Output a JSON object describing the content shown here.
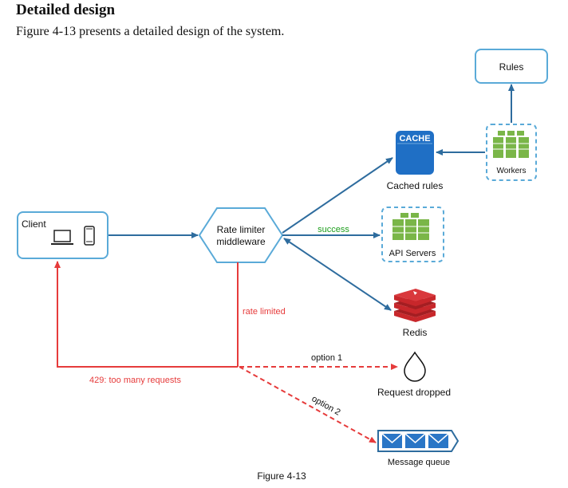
{
  "heading": "Detailed design",
  "intro": "Figure 4-13 presents a detailed design of the system.",
  "diagram": {
    "rules": "Rules",
    "cache_icon": "CACHE",
    "cached_rules": "Cached rules",
    "workers": "Workers",
    "client": "Client",
    "rate_limiter_line1": "Rate limiter",
    "rate_limiter_line2": "middleware",
    "success": "success",
    "api_servers": "API Servers",
    "rate_limited": "rate limited",
    "redis": "Redis",
    "too_many": "429: too many requests",
    "option1": "option 1",
    "request_dropped": "Request dropped",
    "option2": "option 2",
    "message_queue": "Message queue",
    "caption": "Figure 4-13"
  },
  "colors": {
    "arrow_blue": "#2e6c9e",
    "box_border": "#5aaad8",
    "server_green": "#7ab648",
    "red": "#e63b3b",
    "success_green": "#1e9e1e",
    "cache_blue": "#1f6fc5",
    "redis_red": "#c8272b"
  },
  "icons": [
    "laptop-icon",
    "phone-icon",
    "server-rack-icon",
    "cache-icon",
    "redis-icon",
    "droplet-icon",
    "envelope-icon"
  ]
}
